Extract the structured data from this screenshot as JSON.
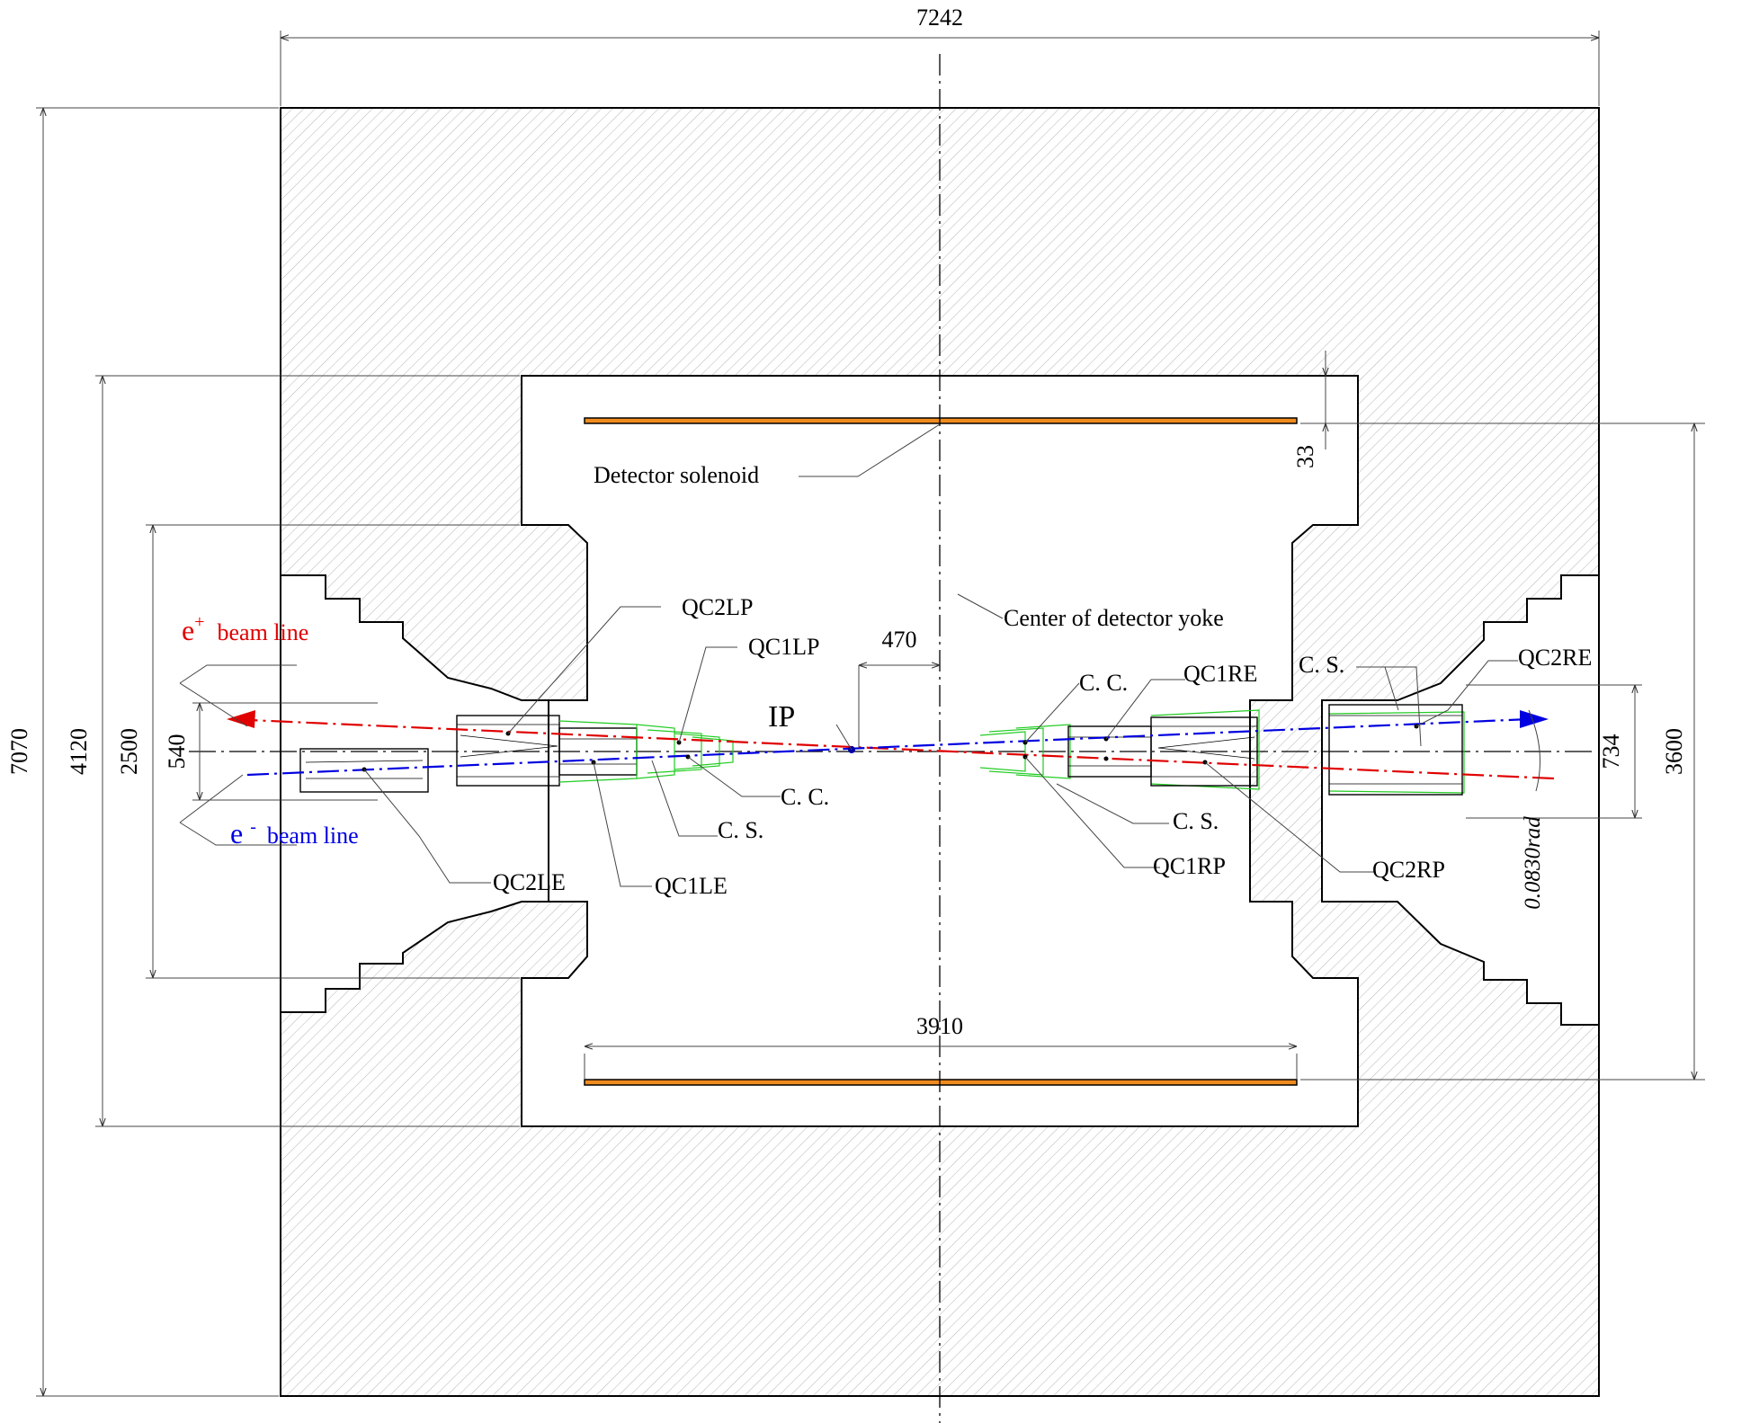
{
  "dimensions": {
    "total_width": "7242",
    "total_height": "7070",
    "inner_height": "4120",
    "endcap_gap": "2500",
    "beam_gap": "540",
    "solenoid_offset": "33",
    "solenoid_span": "3600",
    "right_bore": "734",
    "solenoid_length": "3910",
    "ip_offset": "470",
    "crossing_angle": "0.0830rad"
  },
  "labels": {
    "detector_solenoid": "Detector solenoid",
    "center_yoke": "Center of detector yoke",
    "ip": "IP",
    "positron_symbol": "e",
    "positron_sup": "+",
    "positron_beam": "beam line",
    "electron_symbol": "e",
    "electron_sup": "-",
    "electron_beam": "beam line"
  },
  "components": {
    "qc2lp": "QC2LP",
    "qc1lp": "QC1LP",
    "qc2le": "QC2LE",
    "qc1le": "QC1LE",
    "cc_left": "C. C.",
    "cs_left": "C. S.",
    "cc_right": "C. C.",
    "qc1re": "QC1RE",
    "cs_right_top": "C. S.",
    "qc2re": "QC2RE",
    "cs_right": "C. S.",
    "qc1rp": "QC1RP",
    "qc2rp": "QC2RP"
  },
  "colors": {
    "positron_beam": "#e00000",
    "electron_beam": "#0000e0",
    "solenoid": "#f08c1e",
    "compensation_solenoid": "#22cc22",
    "yoke_hatch": "#bdbdbd"
  }
}
